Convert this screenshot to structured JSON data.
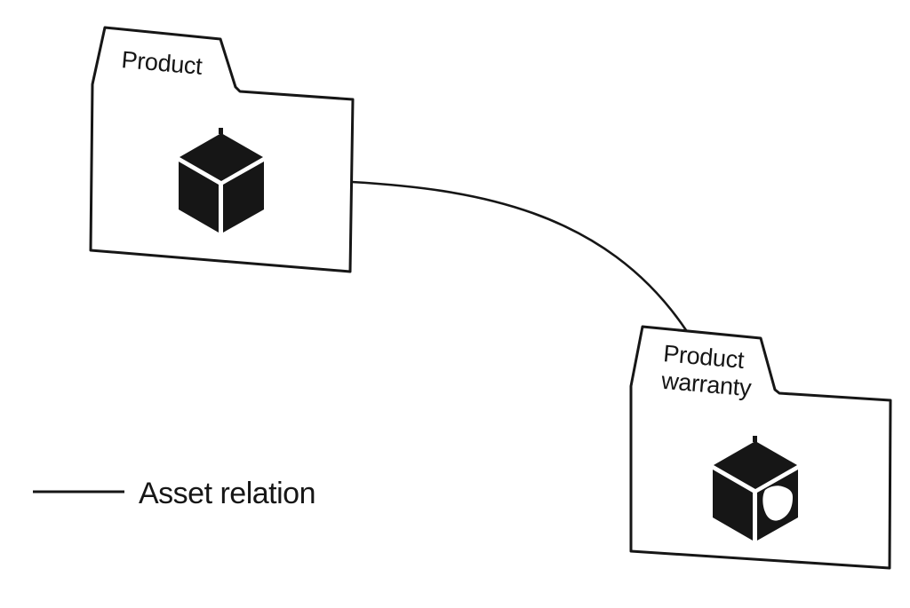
{
  "diagram": {
    "background": "#ffffff",
    "ink_color": "#161616",
    "nodes": [
      {
        "id": "product",
        "shape": "folder",
        "label": "Product",
        "icon": "cube-icon"
      },
      {
        "id": "product-warranty",
        "shape": "folder",
        "label": "Product warranty",
        "label_line1": "Product",
        "label_line2": "warranty",
        "icon": "cube-shield-icon"
      }
    ],
    "edges": [
      {
        "from": "product",
        "to": "product-warranty",
        "type": "Asset relation",
        "style": "solid-curve"
      }
    ],
    "legend": {
      "symbol": "line",
      "label": "Asset relation"
    }
  }
}
